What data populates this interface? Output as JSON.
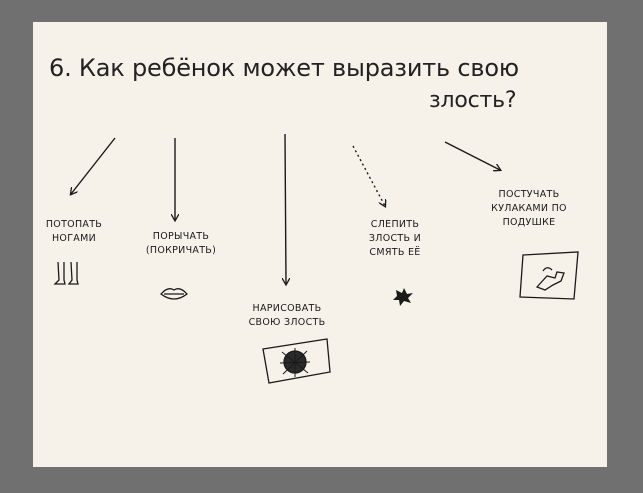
{
  "title": {
    "line1": "6. Как ребёнок может выразить свою",
    "line2": "злость?"
  },
  "branches": [
    {
      "id": "stomp",
      "line1": "потопать",
      "line2": "ногами",
      "icon": "feet-icon"
    },
    {
      "id": "growl",
      "line1": "порычать",
      "line2": "(покричать)",
      "icon": "mouth-icon"
    },
    {
      "id": "draw",
      "line1": "нарисовать",
      "line2": "свою злость",
      "icon": "angry-drawing-icon"
    },
    {
      "id": "sculpt",
      "line1": "слепить",
      "line2": "злость и",
      "line3": "смять её",
      "icon": "crumpled-blob-icon"
    },
    {
      "id": "punch",
      "line1": "постучать",
      "line2": "кулаками по",
      "line3": "подушке",
      "icon": "fist-pillow-icon"
    }
  ],
  "colors": {
    "frame": "#707070",
    "paper": "#f6f2e9",
    "ink": "#1a1a1a"
  }
}
